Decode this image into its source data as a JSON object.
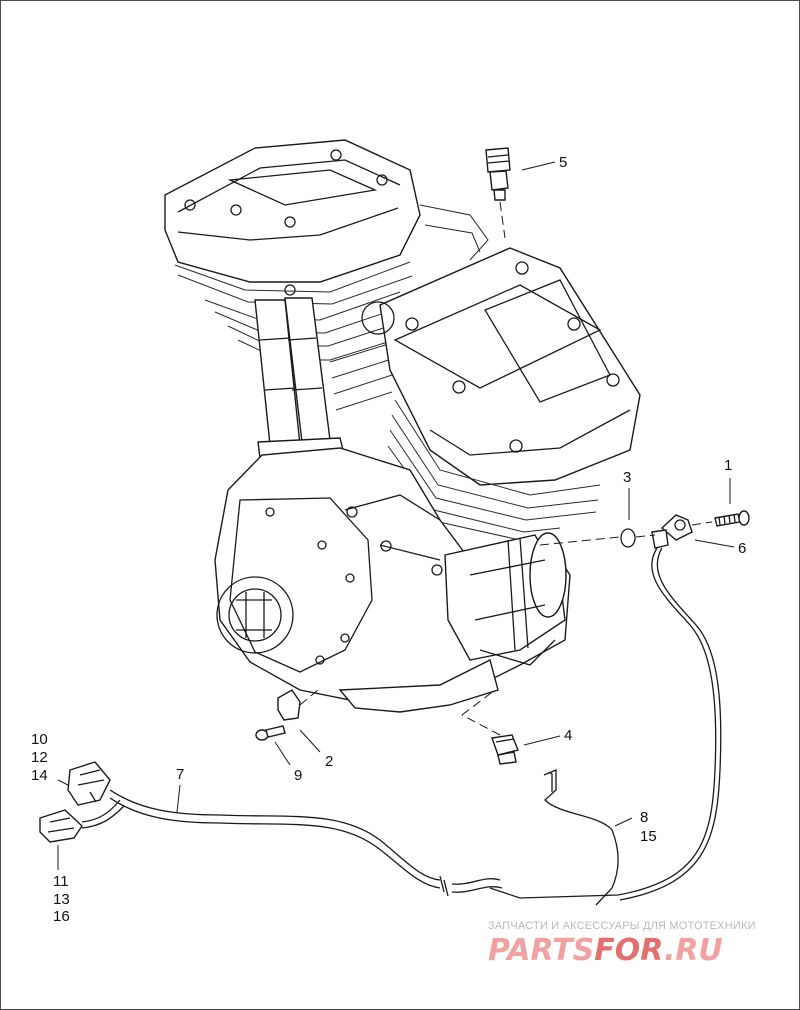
{
  "callouts": [
    {
      "id": "1",
      "text": "1"
    },
    {
      "id": "2",
      "text": "2"
    },
    {
      "id": "3",
      "text": "3"
    },
    {
      "id": "4",
      "text": "4"
    },
    {
      "id": "5",
      "text": "5"
    },
    {
      "id": "6",
      "text": "6"
    },
    {
      "id": "7",
      "text": "7"
    },
    {
      "id": "8",
      "text": "8"
    },
    {
      "id": "9",
      "text": "9"
    },
    {
      "id": "10",
      "text": "10"
    },
    {
      "id": "11",
      "text": "11"
    },
    {
      "id": "12",
      "text": "12"
    },
    {
      "id": "13",
      "text": "13"
    },
    {
      "id": "14",
      "text": "14"
    },
    {
      "id": "15",
      "text": "15"
    },
    {
      "id": "16",
      "text": "16"
    }
  ],
  "watermark": {
    "tagline": "ЗАПЧАСТИ И АКСЕССУАРЫ ДЛЯ МОТОТЕХНИКИ",
    "logo_part1": "PARTS",
    "logo_part2": "FOR",
    "logo_part3": ".RU",
    "color_main": "#f2a1a1",
    "color_accent": "#e56f6f"
  },
  "colors": {
    "line": "#1a1a1a",
    "background": "#ffffff"
  }
}
